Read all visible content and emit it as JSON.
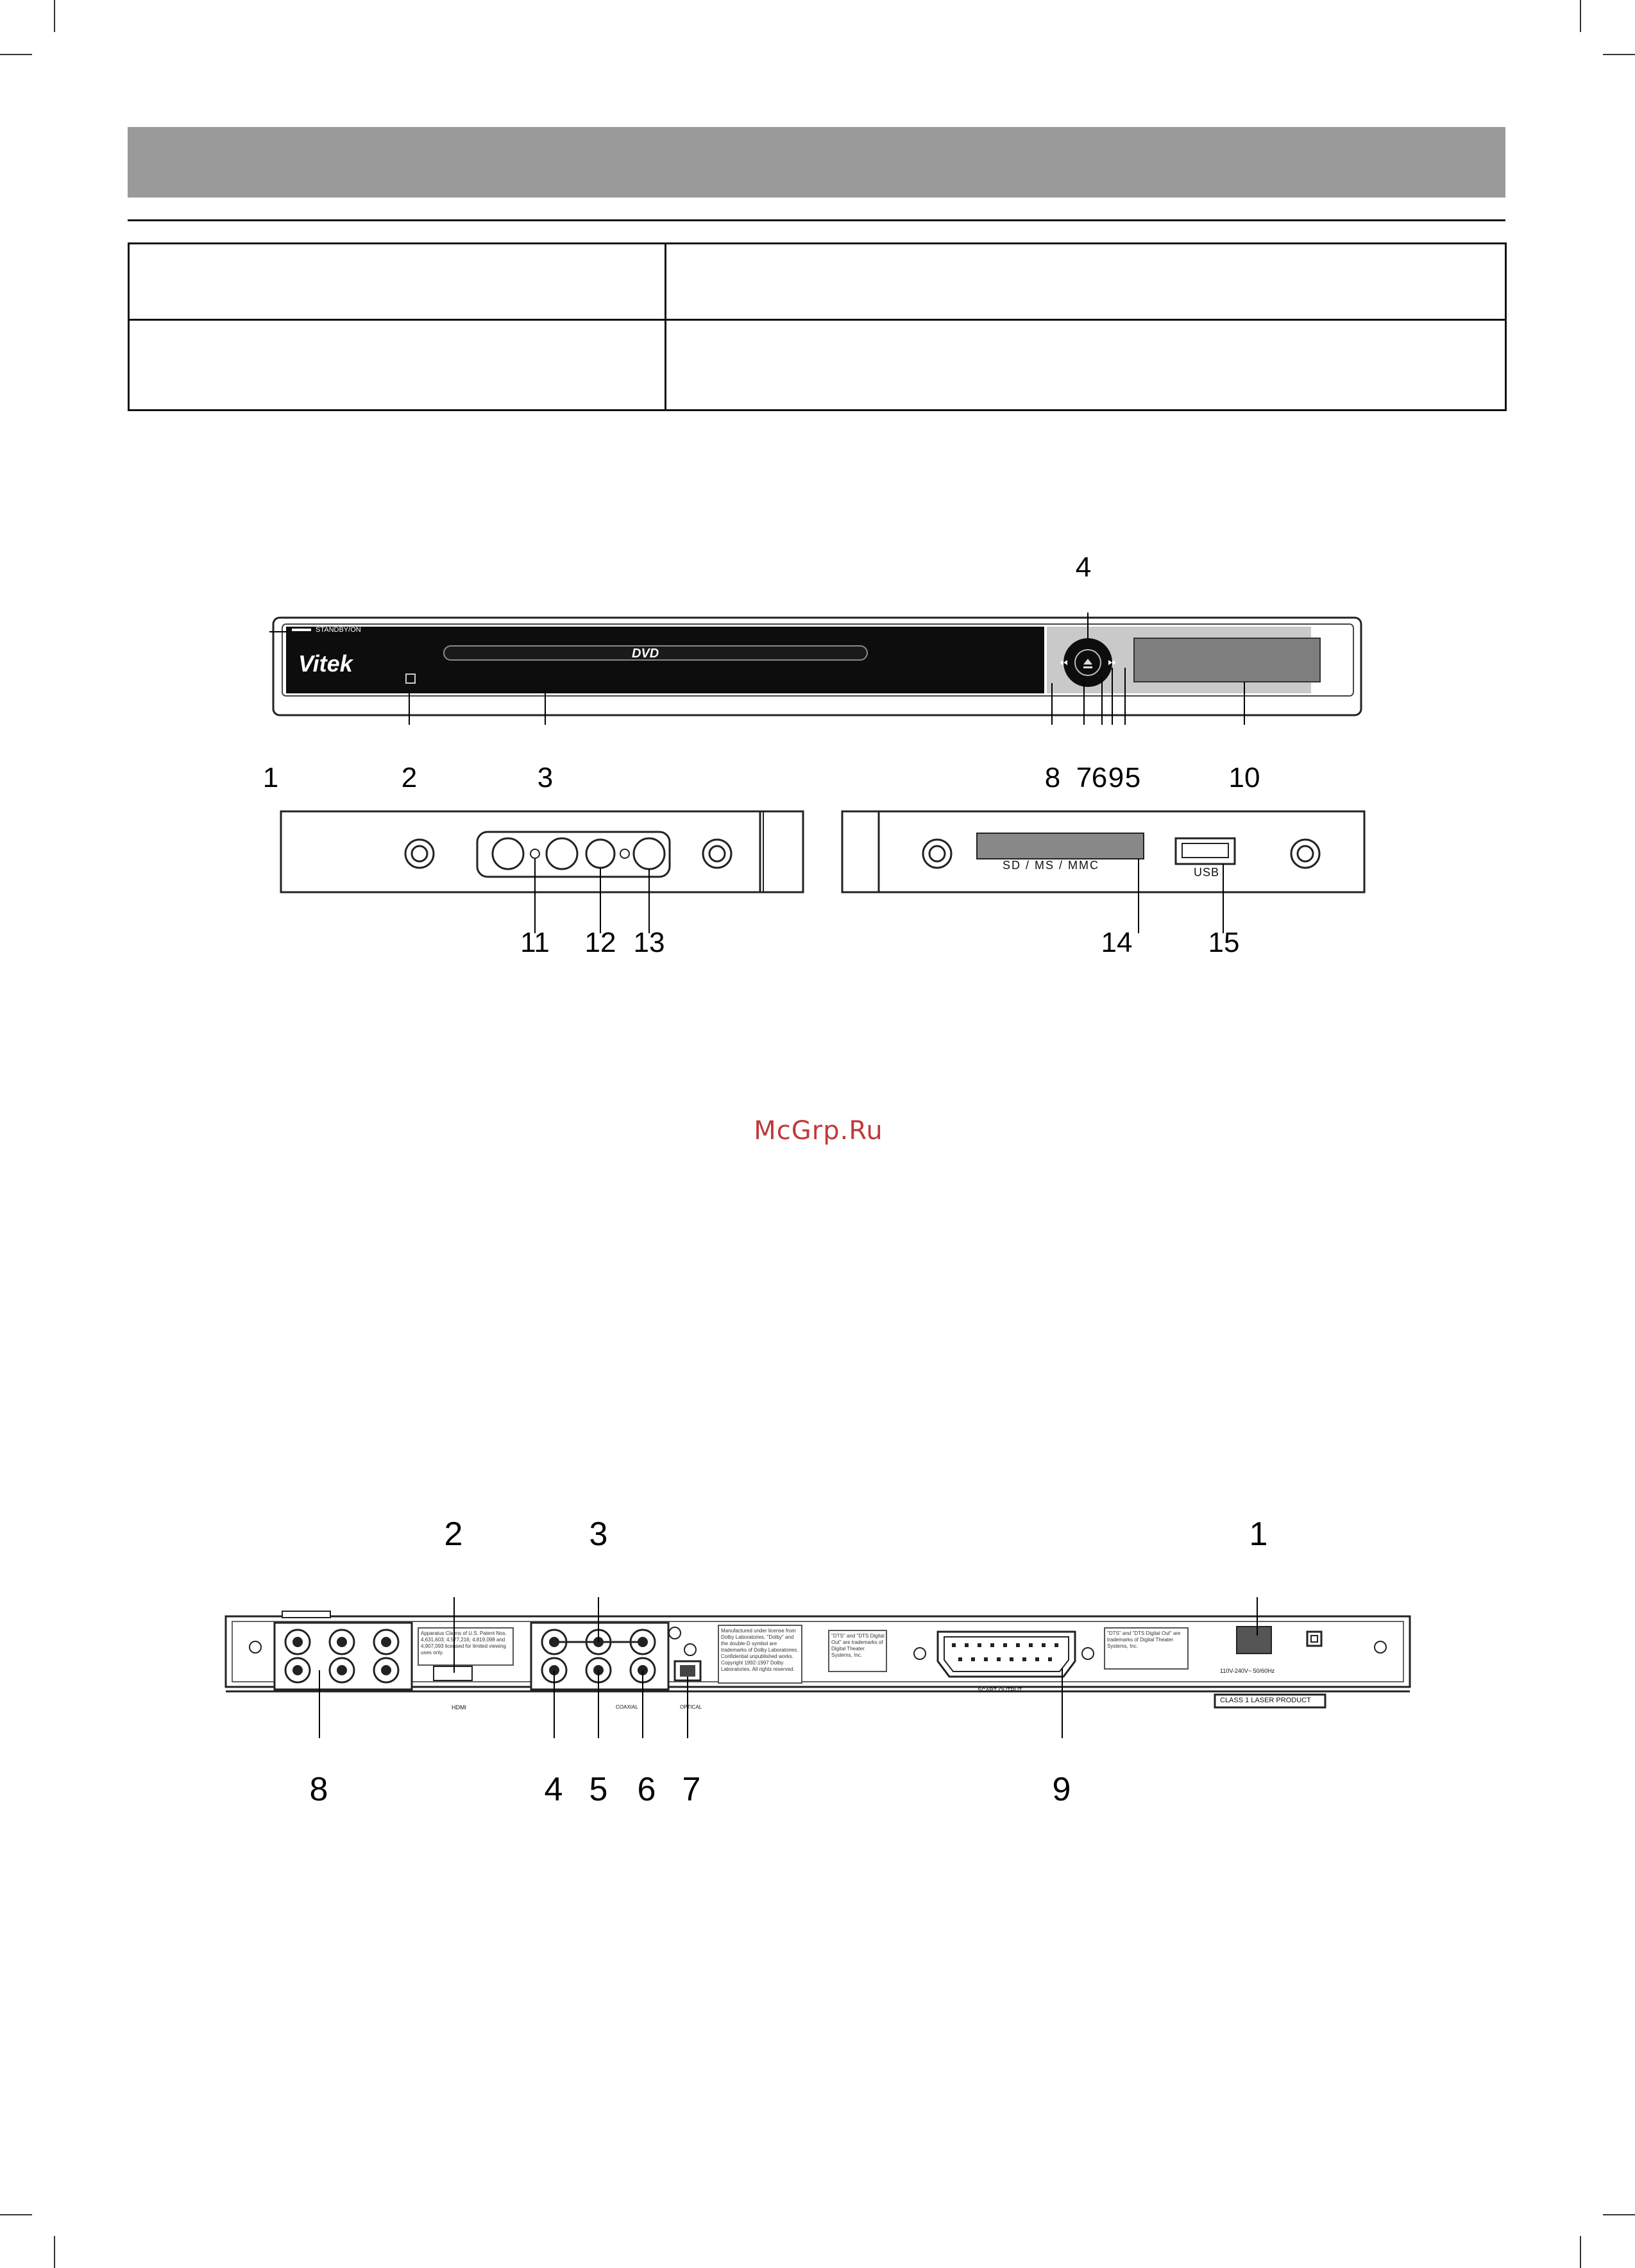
{
  "page": {
    "watermark": "McGrp.Ru"
  },
  "front_panel": {
    "brand": "Vitek",
    "standby_label": "STANDBY/ON",
    "disc_logo": "DVD",
    "callouts": [
      "1",
      "2",
      "3",
      "4",
      "8",
      "7",
      "6",
      "9",
      "5",
      "10"
    ]
  },
  "side_panels": {
    "card_slot_label": "SD / MS / MMC",
    "usb_label": "USB",
    "callouts": [
      "11",
      "12",
      "13",
      "14",
      "15"
    ]
  },
  "rear_panel": {
    "hdmi_label": "HDMI",
    "patent_text": "Apparatus Claims of U.S. Patent Nos. 4,631,603; 4,577,216; 4,819,098 and 4,907,093 licensed for limited viewing uses only.",
    "dolby_text": "Manufactured under license from Dolby Laboratories. \"Dolby\" and the double-D symbol are trademarks of Dolby Laboratories. Confidential unpublished works. Copyright 1992-1997 Dolby Laboratories. All rights reserved.",
    "dts_text": "\"DTS\" and \"DTS Digital Out\" are trademarks of Digital Theater Systems, Inc.",
    "dts_text_2": "\"DTS\" and \"DTS Digital Out\" are trademarks of Digital Theater Systems, Inc.",
    "scart_label": "SCART OUTPUT",
    "coaxial_label": "COAXIAL",
    "optical_label": "OPTICAL",
    "power_label": "110V-240V~ 50/60Hz",
    "laser_label": "CLASS 1 LASER PRODUCT",
    "callouts": [
      "2",
      "3",
      "1",
      "8",
      "4",
      "5",
      "6",
      "7",
      "9"
    ]
  }
}
